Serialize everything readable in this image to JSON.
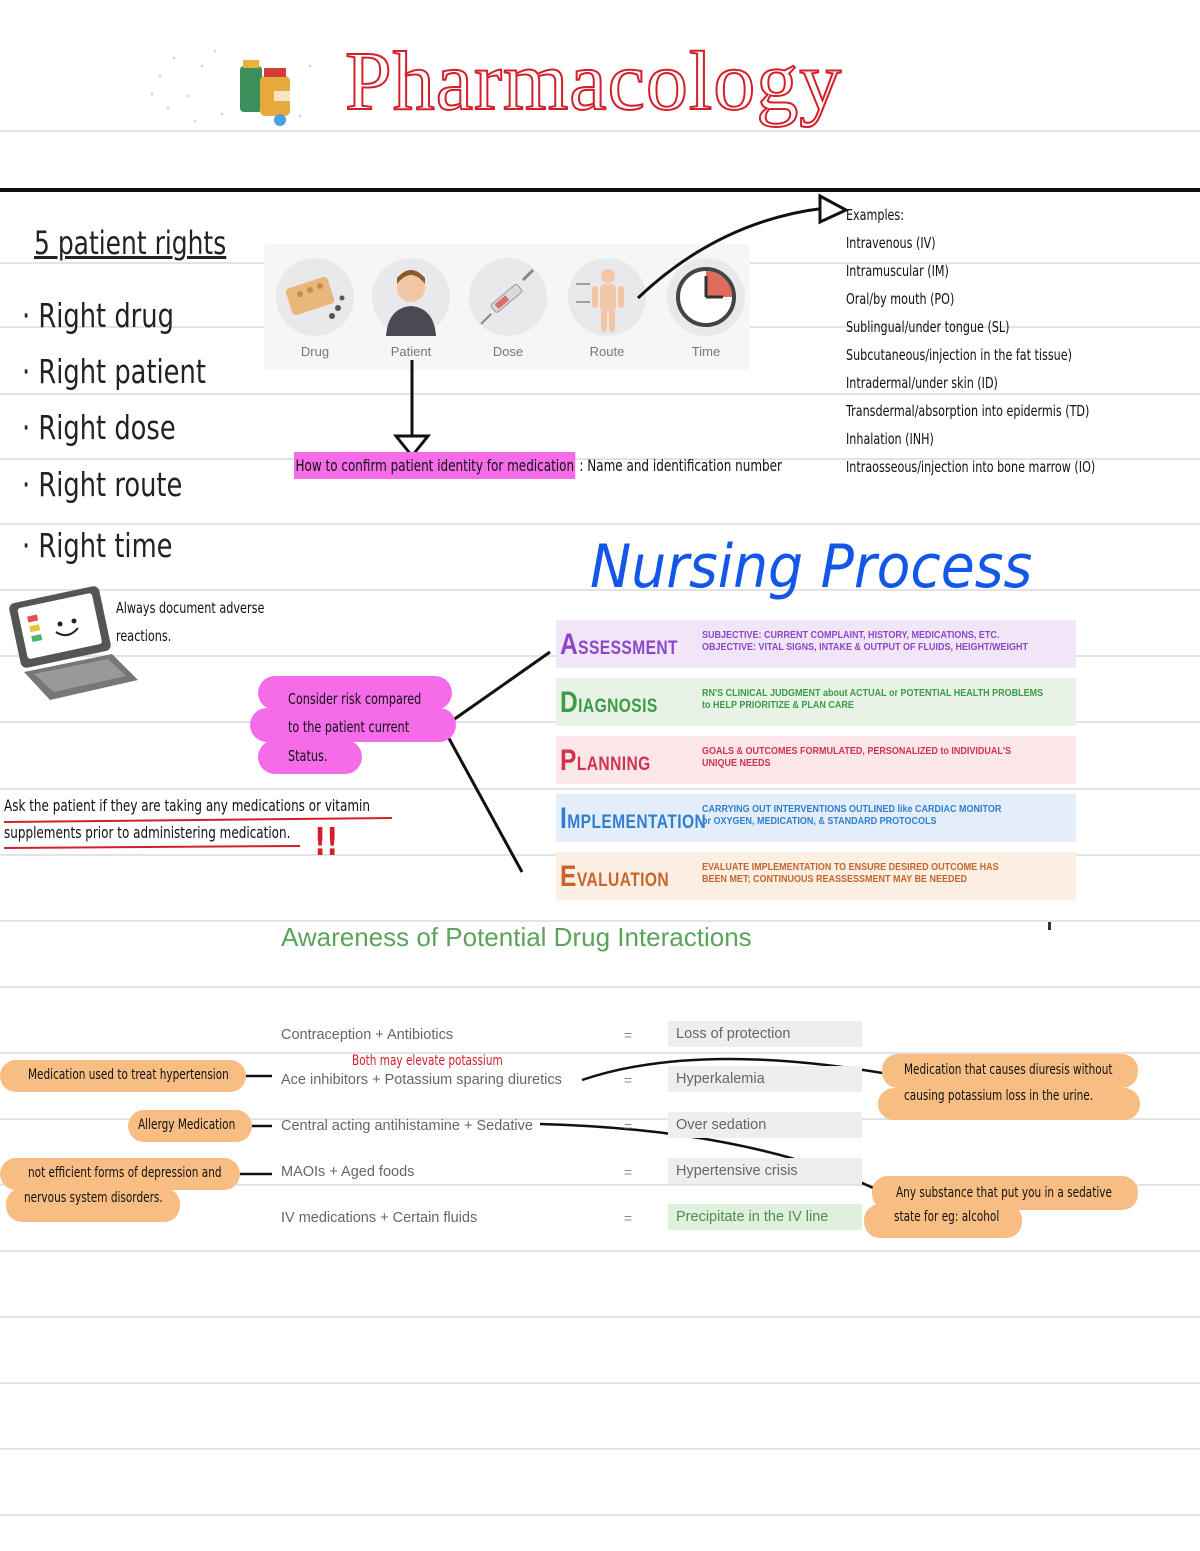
{
  "header": {
    "title": "Pharmacology",
    "icon": "medicine-bottles-icon"
  },
  "patient_rights": {
    "heading": "5 patient rights",
    "items": [
      "Right drug",
      "Right patient",
      "Right dose",
      "Right route",
      "Right time"
    ]
  },
  "rights_strip": {
    "labels": [
      "Drug",
      "Patient",
      "Dose",
      "Route",
      "Time"
    ]
  },
  "identity_note": {
    "highlight": "How to confirm patient identity for medication",
    "answer": ": Name and identification number"
  },
  "routes": {
    "heading": "Examples:",
    "items": [
      "Intravenous (IV)",
      "Intramuscular (IM)",
      "Oral/by mouth (PO)",
      "Sublingual/under tongue (SL)",
      "Subcutaneous/injection in the fat tissue)",
      "Intradermal/under skin (ID)",
      "Transdermal/absorption into epidermis (TD)",
      "Inhalation (INH)",
      "Intraosseous/injection into bone marrow (IO)"
    ]
  },
  "notes": {
    "adverse": "Always document adverse reactions.",
    "risk": [
      "Consider risk compared",
      "to the patient current",
      "Status."
    ],
    "ask": [
      "Ask the patient if they are taking any medications or vitamin",
      "supplements prior to administering medication."
    ],
    "exclaim": "!!"
  },
  "nursing_process": {
    "title": "Nursing Process",
    "steps": [
      {
        "cap": "A",
        "rest": "SSESSMENT",
        "color": "#8b47c9",
        "bg": "#f1e6f7",
        "desc": [
          "SUBJECTIVE: CURRENT COMPLAINT, HISTORY, MEDICATIONS, ETC.",
          "OBJECTIVE: VITAL SIGNS, INTAKE & OUTPUT OF FLUIDS, HEIGHT/WEIGHT"
        ]
      },
      {
        "cap": "D",
        "rest": "IAGNOSIS",
        "color": "#3f9a46",
        "bg": "#e6f3e5",
        "desc": [
          "RN'S CLINICAL JUDGMENT about ACTUAL or POTENTIAL HEALTH PROBLEMS",
          "to HELP PRIORITIZE & PLAN CARE"
        ]
      },
      {
        "cap": "P",
        "rest": "LANNING",
        "color": "#d0334d",
        "bg": "#fbe6ea",
        "desc": [
          "GOALS & OUTCOMES FORMULATED, PERSONALIZED to INDIVIDUAL'S",
          "UNIQUE NEEDS"
        ]
      },
      {
        "cap": "I",
        "rest": "MPLEMENTATION",
        "color": "#2f7fd0",
        "bg": "#e4eefa",
        "desc": [
          "CARRYING OUT INTERVENTIONS OUTLINED like CARDIAC MONITOR",
          "or OXYGEN, MEDICATION, & STANDARD PROTOCOLS"
        ]
      },
      {
        "cap": "E",
        "rest": "VALUATION",
        "color": "#c8652a",
        "bg": "#fbeee3",
        "desc": [
          "EVALUATE IMPLEMENTATION TO ENSURE DESIRED OUTCOME HAS",
          "BEEN MET; CONTINUOUS REASSESSMENT MAY BE NEEDED"
        ]
      }
    ]
  },
  "interactions": {
    "title": "Awareness of Potential Drug Interactions",
    "eq": "=",
    "rows": [
      {
        "left": "Contraception + Antibiotics",
        "right": "Loss of protection"
      },
      {
        "left": "Ace inhibitors + Potassium sparing diuretics",
        "right": "Hyperkalemia"
      },
      {
        "left": "Central acting antihistamine + Sedative",
        "right": "Over sedation"
      },
      {
        "left": "MAOIs + Aged foods",
        "right": "Hypertensive crisis"
      },
      {
        "left": "IV medications + Certain fluids",
        "right": "Precipitate in the IV line"
      }
    ],
    "red_note": "Both may elevate potassium",
    "annotations": {
      "ace": "Medication used to treat hypertension",
      "allergy": "Allergy Medication",
      "maoi": [
        "not efficient forms of depression and",
        "nervous system disorders."
      ],
      "diuretic": [
        "Medication that causes diuresis without",
        "causing potassium loss in the urine."
      ],
      "sedative": [
        "Any substance that put you in a sedative",
        "state for eg: alcohol"
      ]
    }
  }
}
